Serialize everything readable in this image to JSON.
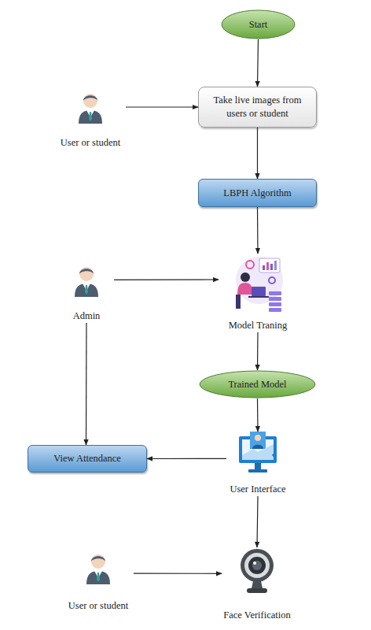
{
  "diagram": {
    "nodes": [
      {
        "text": [
          "Start"
        ]
      },
      {
        "text": [
          "User or student"
        ]
      },
      {
        "text": [
          "Take live images from users or student"
        ]
      },
      {
        "text": [
          "LBPH Algorithm"
        ]
      },
      {
        "text": [
          "Admin"
        ]
      },
      {
        "text": [
          "Model Traning"
        ]
      },
      {
        "text": [
          "Trained Model"
        ]
      },
      {
        "text": [
          "View Attendance"
        ]
      },
      {
        "text": [
          "User Interface"
        ]
      },
      {
        "text": [
          "User or student"
        ]
      },
      {
        "text": [
          "Face Verification"
        ]
      }
    ],
    "edges": [
      {
        "from": 0,
        "to": 2,
        "arrow": "to"
      },
      {
        "from": 1,
        "to": 2,
        "arrow": "to"
      },
      {
        "from": 2,
        "to": 3,
        "arrow": "to"
      },
      {
        "from": 3,
        "to": 5,
        "arrow": "to"
      },
      {
        "from": 4,
        "to": 5,
        "arrow": "to"
      },
      {
        "from": 5,
        "to": 6,
        "arrow": "to"
      },
      {
        "from": 6,
        "to": 8,
        "arrow": "to"
      },
      {
        "from": 8,
        "to": 7,
        "arrow": "to"
      },
      {
        "from": 4,
        "to": 7,
        "arrow": "to"
      },
      {
        "from": 8,
        "to": 10,
        "arrow": "to"
      },
      {
        "from": 9,
        "to": 10,
        "arrow": "to"
      }
    ]
  }
}
